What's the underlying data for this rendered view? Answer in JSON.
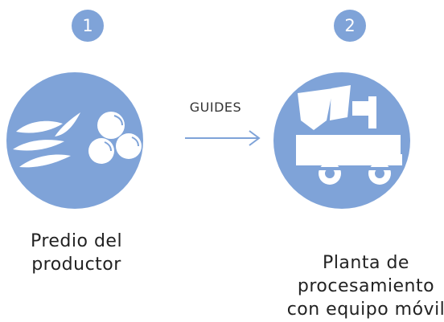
{
  "colors": {
    "accent": "#7fa3d8",
    "icon_fill": "#ffffff",
    "text": "#222222"
  },
  "connector": {
    "label": "GUIDES",
    "icon": "arrow-right-icon"
  },
  "steps": [
    {
      "number": "1",
      "label": "Predio del\nproductor",
      "icon": "leaves-and-fruit-icon"
    },
    {
      "number": "2",
      "label": "Planta de\nprocesamiento\ncon equipo móvil",
      "icon": "processing-truck-icon"
    }
  ]
}
